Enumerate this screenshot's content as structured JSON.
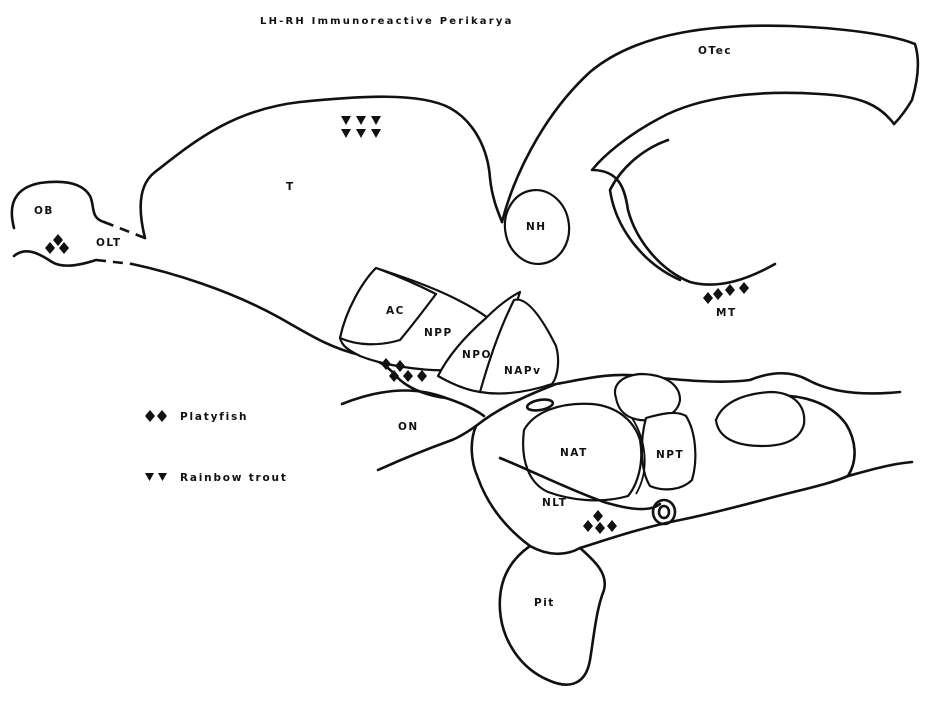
{
  "title": "LH-RH Immunoreactive Perikarya",
  "labels": {
    "ob": "OB",
    "olt": "OLT",
    "t": "T",
    "nh": "NH",
    "otec": "OTec",
    "mt": "MT",
    "ac": "AC",
    "npp": "NPP",
    "npo": "NPO",
    "napv": "NAPv",
    "on": "ON",
    "nat": "NAT",
    "npt": "NPT",
    "nlt": "NLT",
    "pit": "Pit"
  },
  "legend": {
    "platyfish": "Platyfish",
    "rainbow_trout": "Rainbow trout"
  },
  "marker_legend": {
    "diamond": "platyfish",
    "triangle": "rainbow trout"
  }
}
